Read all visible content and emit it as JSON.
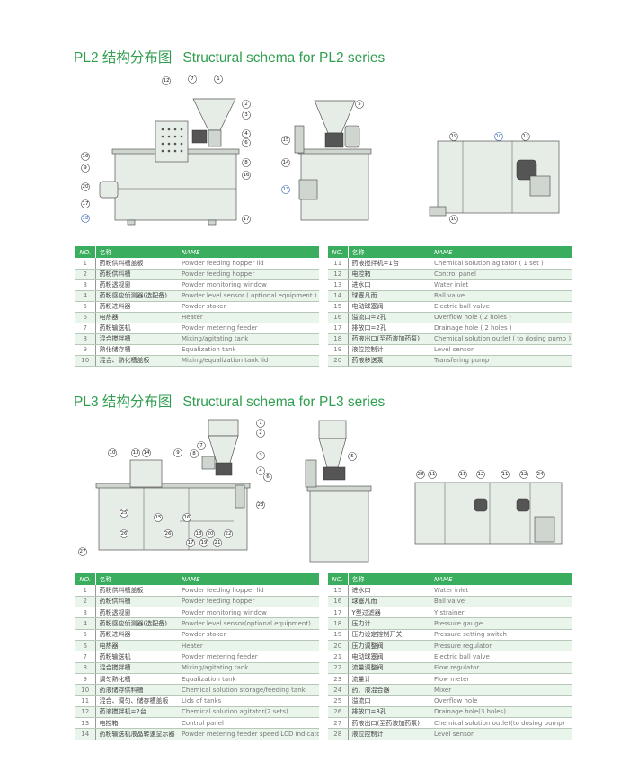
{
  "pl2": {
    "title_cn": "PL2 结构分布图",
    "title_en": "Structural schema for PL2 series",
    "callouts": [
      "12",
      "7",
      "1",
      "2",
      "3",
      "4",
      "6",
      "8",
      "16",
      "16",
      "9",
      "20",
      "17",
      "18",
      "17",
      "5",
      "15",
      "14",
      "13",
      "19",
      "10",
      "11",
      "10"
    ],
    "headers": {
      "no": "NO.",
      "cn": "名称",
      "en": "NAME"
    },
    "left_rows": [
      [
        "1",
        "药粉供料槽盖板",
        "Powder feeding hopper lid"
      ],
      [
        "2",
        "药粉供料槽",
        "Powder feeding hopper"
      ],
      [
        "3",
        "药粉透视窗",
        "Powder monitoring window"
      ],
      [
        "4",
        "药粉感应侦测器(选配备)",
        "Powder level sensor ( optional equipment )"
      ],
      [
        "5",
        "药粉进料器",
        "Powder stoker"
      ],
      [
        "6",
        "电热器",
        "Heater"
      ],
      [
        "7",
        "药粉输送机",
        "Powder metering feeder"
      ],
      [
        "8",
        "混合搅拌槽",
        "Mixing/agitating tank"
      ],
      [
        "9",
        "熟化储存槽",
        "Equalization tank"
      ],
      [
        "10",
        "混合、熟化槽盖板",
        "Mixing/equalization tank lid"
      ]
    ],
    "right_rows": [
      [
        "11",
        "药液搅拌机=1台",
        "Chemical solution agitator ( 1 set )"
      ],
      [
        "12",
        "电控箱",
        "Control panel"
      ],
      [
        "13",
        "进水口",
        "Water inlet"
      ],
      [
        "14",
        "球塞凡而",
        "Ball valve"
      ],
      [
        "15",
        "电动球塞阀",
        "Electric ball valve"
      ],
      [
        "16",
        "溢流口=2孔",
        "Overflow hole ( 2 holes )"
      ],
      [
        "17",
        "排放口=2孔",
        "Drainage hole ( 2 holes )"
      ],
      [
        "18",
        "药液出口(至药液加药泵)",
        "Chemical solution outlet ( to dosing pump )"
      ],
      [
        "19",
        "液位控制计",
        "Level sensor"
      ],
      [
        "20",
        "药液移送泵",
        "Transfering pump"
      ]
    ]
  },
  "pl3": {
    "title_cn": "PL3 结构分布图",
    "title_en": "Structural schema for PL3 series",
    "callouts": [
      "1",
      "2",
      "7",
      "8",
      "3",
      "4",
      "6",
      "10",
      "13",
      "14",
      "9",
      "23",
      "25",
      "15",
      "16",
      "18",
      "20",
      "22",
      "26",
      "26",
      "17",
      "19",
      "21",
      "27",
      "5",
      "28",
      "11",
      "11",
      "12",
      "11",
      "12",
      "24"
    ],
    "headers": {
      "no": "NO.",
      "cn": "名称",
      "en": "NAME"
    },
    "left_rows": [
      [
        "1",
        "药粉供料槽盖板",
        "Powder feeding hopper lid"
      ],
      [
        "2",
        "药粉供料槽",
        "Powder feeding hopper"
      ],
      [
        "3",
        "药粉透视窗",
        "Powder monitoring window"
      ],
      [
        "4",
        "药粉感应侦测器(选配备)",
        "Powder level sensor(optional equipment)"
      ],
      [
        "5",
        "药粉进料器",
        "Powder stoker"
      ],
      [
        "6",
        "电热器",
        "Heater"
      ],
      [
        "7",
        "药粉输送机",
        "Powder metering feeder"
      ],
      [
        "8",
        "混合搅拌槽",
        "Mixing/agitating tank"
      ],
      [
        "9",
        "调匀熟化槽",
        "Equalization tank"
      ],
      [
        "10",
        "药液储存供料槽",
        "Chemical solution storage/feeding tank"
      ],
      [
        "11",
        "混合、调匀、储存槽盖板",
        "Lids of tanks"
      ],
      [
        "12",
        "药液搅拌机=2台",
        "Chemical solution agitator(2 sets)"
      ],
      [
        "13",
        "电控箱",
        "Control panel"
      ],
      [
        "14",
        "药粉输送机液晶转速显示器",
        "Powder metering feeder speed LCD indicator"
      ]
    ],
    "right_rows": [
      [
        "15",
        "进水口",
        "Water inlet"
      ],
      [
        "16",
        "球塞凡而",
        "Ball valve"
      ],
      [
        "17",
        "Y型过滤器",
        "Y strainer"
      ],
      [
        "18",
        "压力计",
        "Pressure gauge"
      ],
      [
        "19",
        "压力设定控制开关",
        "Pressure setting switch"
      ],
      [
        "20",
        "压力调整阀",
        "Pressure regulator"
      ],
      [
        "21",
        "电动球塞阀",
        "Electric ball valve"
      ],
      [
        "22",
        "流量调整阀",
        "Flow regulator"
      ],
      [
        "23",
        "流量计",
        "Flow meter"
      ],
      [
        "24",
        "药、液混合器",
        "Mixer"
      ],
      [
        "25",
        "溢流口",
        "Overflow hole"
      ],
      [
        "26",
        "排放口=3孔",
        "Drainage hole(3 holes)"
      ],
      [
        "27",
        "药液出口(至药液加药泵)",
        "Chemical solution outlet(to dosing pump)"
      ],
      [
        "28",
        "液位控制计",
        "Level sensor"
      ]
    ]
  },
  "colors": {
    "accent": "#3aae5e",
    "title": "#2f9e4f",
    "row_alt": "#e9f4ea"
  }
}
